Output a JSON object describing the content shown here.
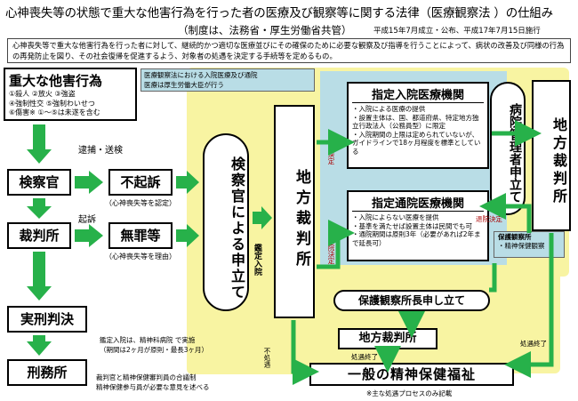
{
  "title": "心神喪失等の状態で重大な他害行為を行った者の医療及び観察等に関する法律（医療観察法 ）の仕組み",
  "subtitle": "（制度は、法務省・厚生労働省共管）",
  "dates": "平成15年7月成立・公布、平成17年7月15日施行",
  "purpose": "心神喪失等で重大な他害行為を行った者に対して、継続的かつ適切な医療並びにその確保のために必要な観察及び指導を行うことによって、病状の改善及び同様の行為の再発防止を図り、その社会復帰を促進するよう、対象者の処遇を決定する手続等を定めるもの。",
  "offense": {
    "title": "重大な他害行為",
    "line1": "①殺人 ②放火 ③強盗",
    "line2": "④強制性交 ⑤強制わいせつ",
    "line3": "⑥傷害※ ①～⑤は未遂を含む"
  },
  "arrest_label": "逮捕・送検",
  "prosecutor": "検察官",
  "non_prosecution": "不起訴",
  "non_prosecution_note": "（心神喪失等を認定）",
  "indictment_label": "起訴",
  "court": "裁判所",
  "acquittal": "無罪等",
  "acquittal_note": "（心神喪失等を理由）",
  "sentence": "実刑判決",
  "prison": "刑務所",
  "prosecutor_petition": "検察官による申立て",
  "appraisal_admission": "鑑定入院",
  "appraisal_note_line1": "鑑定入院は、精神科病院 で実施",
  "appraisal_note_line2": "（期間は2ヶ月が原則・最長3ヶ月）",
  "panel_note_line1": "裁判官と精神保健審判員の合議制",
  "panel_note_line2": "精神保健参与員が必要な意見を述べる",
  "district_court": "地方裁判所",
  "blue_header_line1": "医療観察法における入院医療及び通院",
  "blue_header_line2": "医療は厚生労働大臣が行う",
  "inpatient": {
    "title": "指定入院医療機関",
    "items": [
      "・入院による医療の提供",
      "・設置主体は、国、都道府県、特定地方独立行政法人（公務員型）に限定",
      "・入院期間の上限は定められていないが、ガイドラインで18ヶ月程度を標準としている"
    ]
  },
  "outpatient": {
    "title": "指定通院医療機関",
    "items": [
      "・入院によらない医療を提供",
      "・基準を満たせば設置主体は民間でも可",
      "・通院期間は原則3年（必要があれば2年まで延長可）"
    ]
  },
  "hospital_admin": "病院管理者申立て",
  "district_court_right": "地方裁判所",
  "label_admission_decision": "入院決定",
  "label_discharge_decision": "退院決定",
  "label_outpatient_decision": "通院決定",
  "label_no_treatment": "不処遇",
  "probation_box": {
    "line1": "保護観察所",
    "line2": "・精神保健観察"
  },
  "probation_petition": "保護観察所長申し立て",
  "district_court_bottom": "地方裁判所",
  "label_end1": "処遇終了",
  "label_end2": "処遇終了",
  "general_welfare": "一般の精神保健福祉",
  "footnote": "※主な処遇プロセスのみ記載",
  "colors": {
    "green": "#27b14a",
    "yellow": "#f8f4a2",
    "blue": "#b9dde6"
  }
}
